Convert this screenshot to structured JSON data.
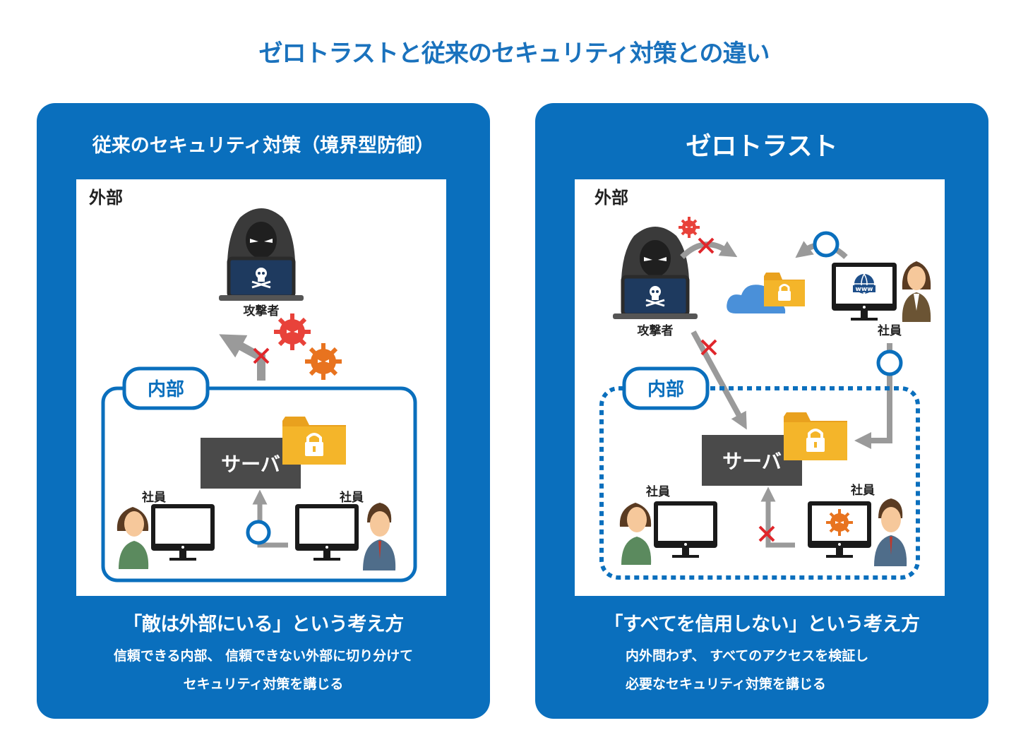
{
  "title": "ゼロトラストと従来のセキュリティ対策との違い",
  "left": {
    "heading": "従来のセキュリティ対策（境界型防御）",
    "outside_label": "外部",
    "attacker_label": "攻撃者",
    "inside_label": "内部",
    "server_label": "サーバ",
    "employee_label": "社員",
    "tagline": "「敵は外部にいる」という考え方",
    "desc_line1": "信頼できる内部、 信頼できない外部に切り分けて",
    "desc_line2": "セキュリティ対策を講じる"
  },
  "right": {
    "heading": "ゼロトラスト",
    "outside_label": "外部",
    "attacker_label": "攻撃者",
    "inside_label": "内部",
    "server_label": "サーバ",
    "employee_label": "社員",
    "www_label": "www",
    "tagline": "「すべてを信用しない」という考え方",
    "desc_line1": "内外問わず、 すべてのアクセスを検証し",
    "desc_line2": "必要なセキュリティ対策を講じる"
  },
  "colors": {
    "brand_blue": "#0a6fbd",
    "title_blue": "#1a72bd",
    "deny_red": "#e0262b",
    "folder_yellow": "#f4b52a",
    "server_gray": "#4a4a4a",
    "arrow_gray": "#9a9a9a",
    "virus_red": "#e8423a",
    "virus_orange": "#e8731f"
  },
  "icons": [
    "hacker-icon",
    "skull-icon",
    "virus-icon",
    "folder-lock-icon",
    "monitor-icon",
    "cloud-icon",
    "globe-icon",
    "person-icon",
    "cross-mark-icon",
    "check-circle-icon"
  ]
}
